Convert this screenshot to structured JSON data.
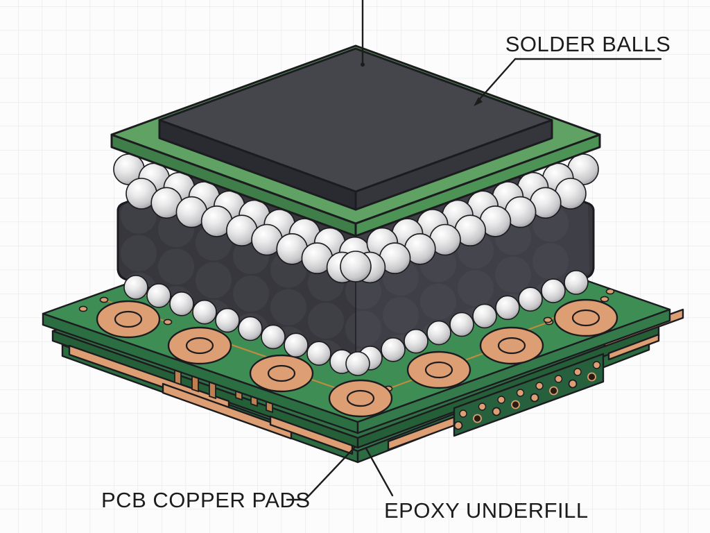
{
  "figure": {
    "type": "isometric-technical-illustration",
    "subject": "BGA chip package on multilayer PCB"
  },
  "labels": {
    "solder_balls": "SOLDER BALLS",
    "pcb_copper_pads": "PCB COPPER PADS",
    "epoxy_underfill": "EPOXY UNDERFILL"
  },
  "parts": [
    {
      "name": "chip-die"
    },
    {
      "name": "package-substrate"
    },
    {
      "name": "solder-balls"
    },
    {
      "name": "epoxy-underfill-block"
    },
    {
      "name": "pcb-board"
    },
    {
      "name": "copper-pads"
    },
    {
      "name": "connector-hole-panel"
    }
  ],
  "colors": {
    "paper": "#fcfcfd",
    "grid": "#e5e8ea",
    "outline": "#1c1c20",
    "label": "#1c1c1c",
    "plate_top": "#60a264",
    "plate_left": "#3f7d49",
    "plate_right": "#4d9355",
    "die_top": "#45464c",
    "die_left": "#2a2b30",
    "die_right": "#35363c",
    "epoxy_left": "#37373d",
    "epoxy_right": "#3f3f47",
    "epoxy_bump": "#55555e",
    "board_top": "#3e8d55",
    "board_edge_left": "#2b6e42",
    "board_edge_right": "#347a4b",
    "board2_top": "#2f7144",
    "board2_edge": "#255f38",
    "board3_top": "#33784a",
    "board3_edge": "#2b6c41",
    "panel": "#27603c",
    "copper": "#dc9e72",
    "copper_dark": "#bf7f4f",
    "trace": "#c08c3e",
    "hole_dark": "#2a1c10",
    "ball_hi": "#ffffff",
    "ball_mid1": "#eaeaeb",
    "ball_mid2": "#c8c8cb",
    "ball_edge": "#8f8f94"
  }
}
